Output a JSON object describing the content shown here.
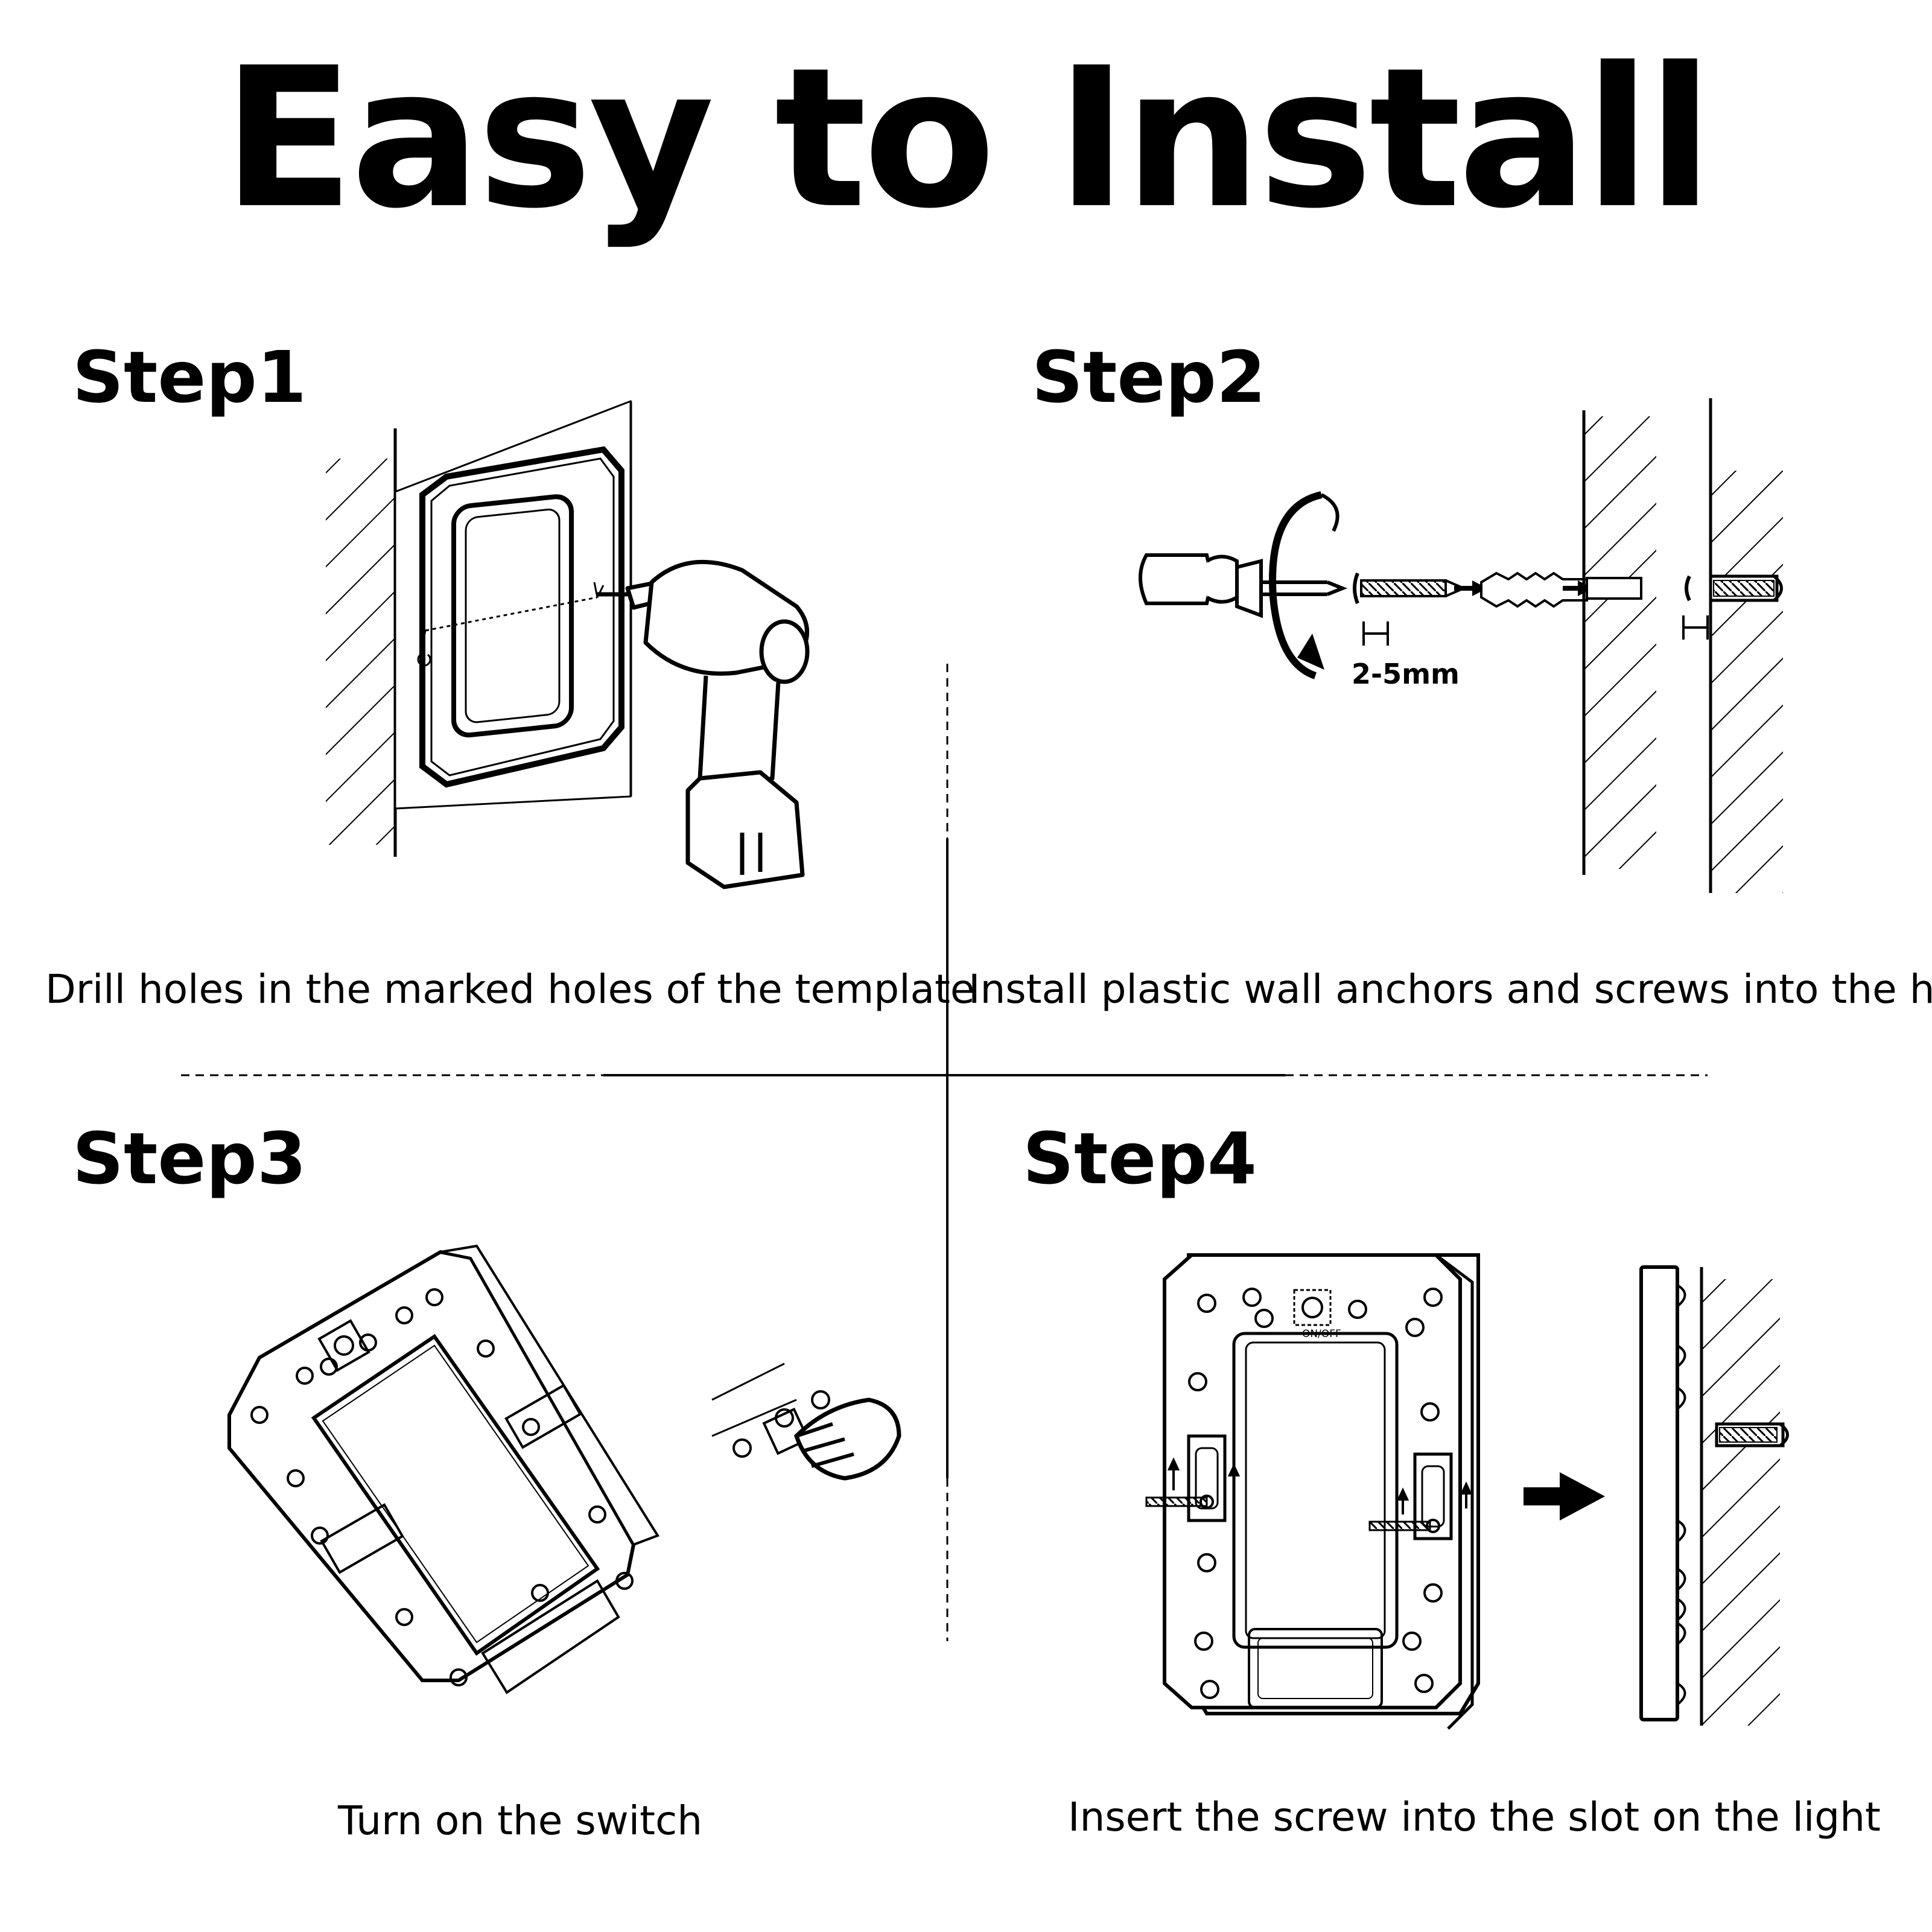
{
  "title": "Easy to Install",
  "steps": [
    {
      "label": "Step1",
      "caption": "Drill holes in the marked holes of the template"
    },
    {
      "label": "Step2",
      "caption": "Install plastic wall anchors and screws into the holes",
      "measure_label": "2-5mm"
    },
    {
      "label": "Step3",
      "caption": "Turn on the switch"
    },
    {
      "label": "Step4",
      "caption": "Insert the screw into the slot on the light",
      "switch_label": "ON/OFF"
    }
  ]
}
